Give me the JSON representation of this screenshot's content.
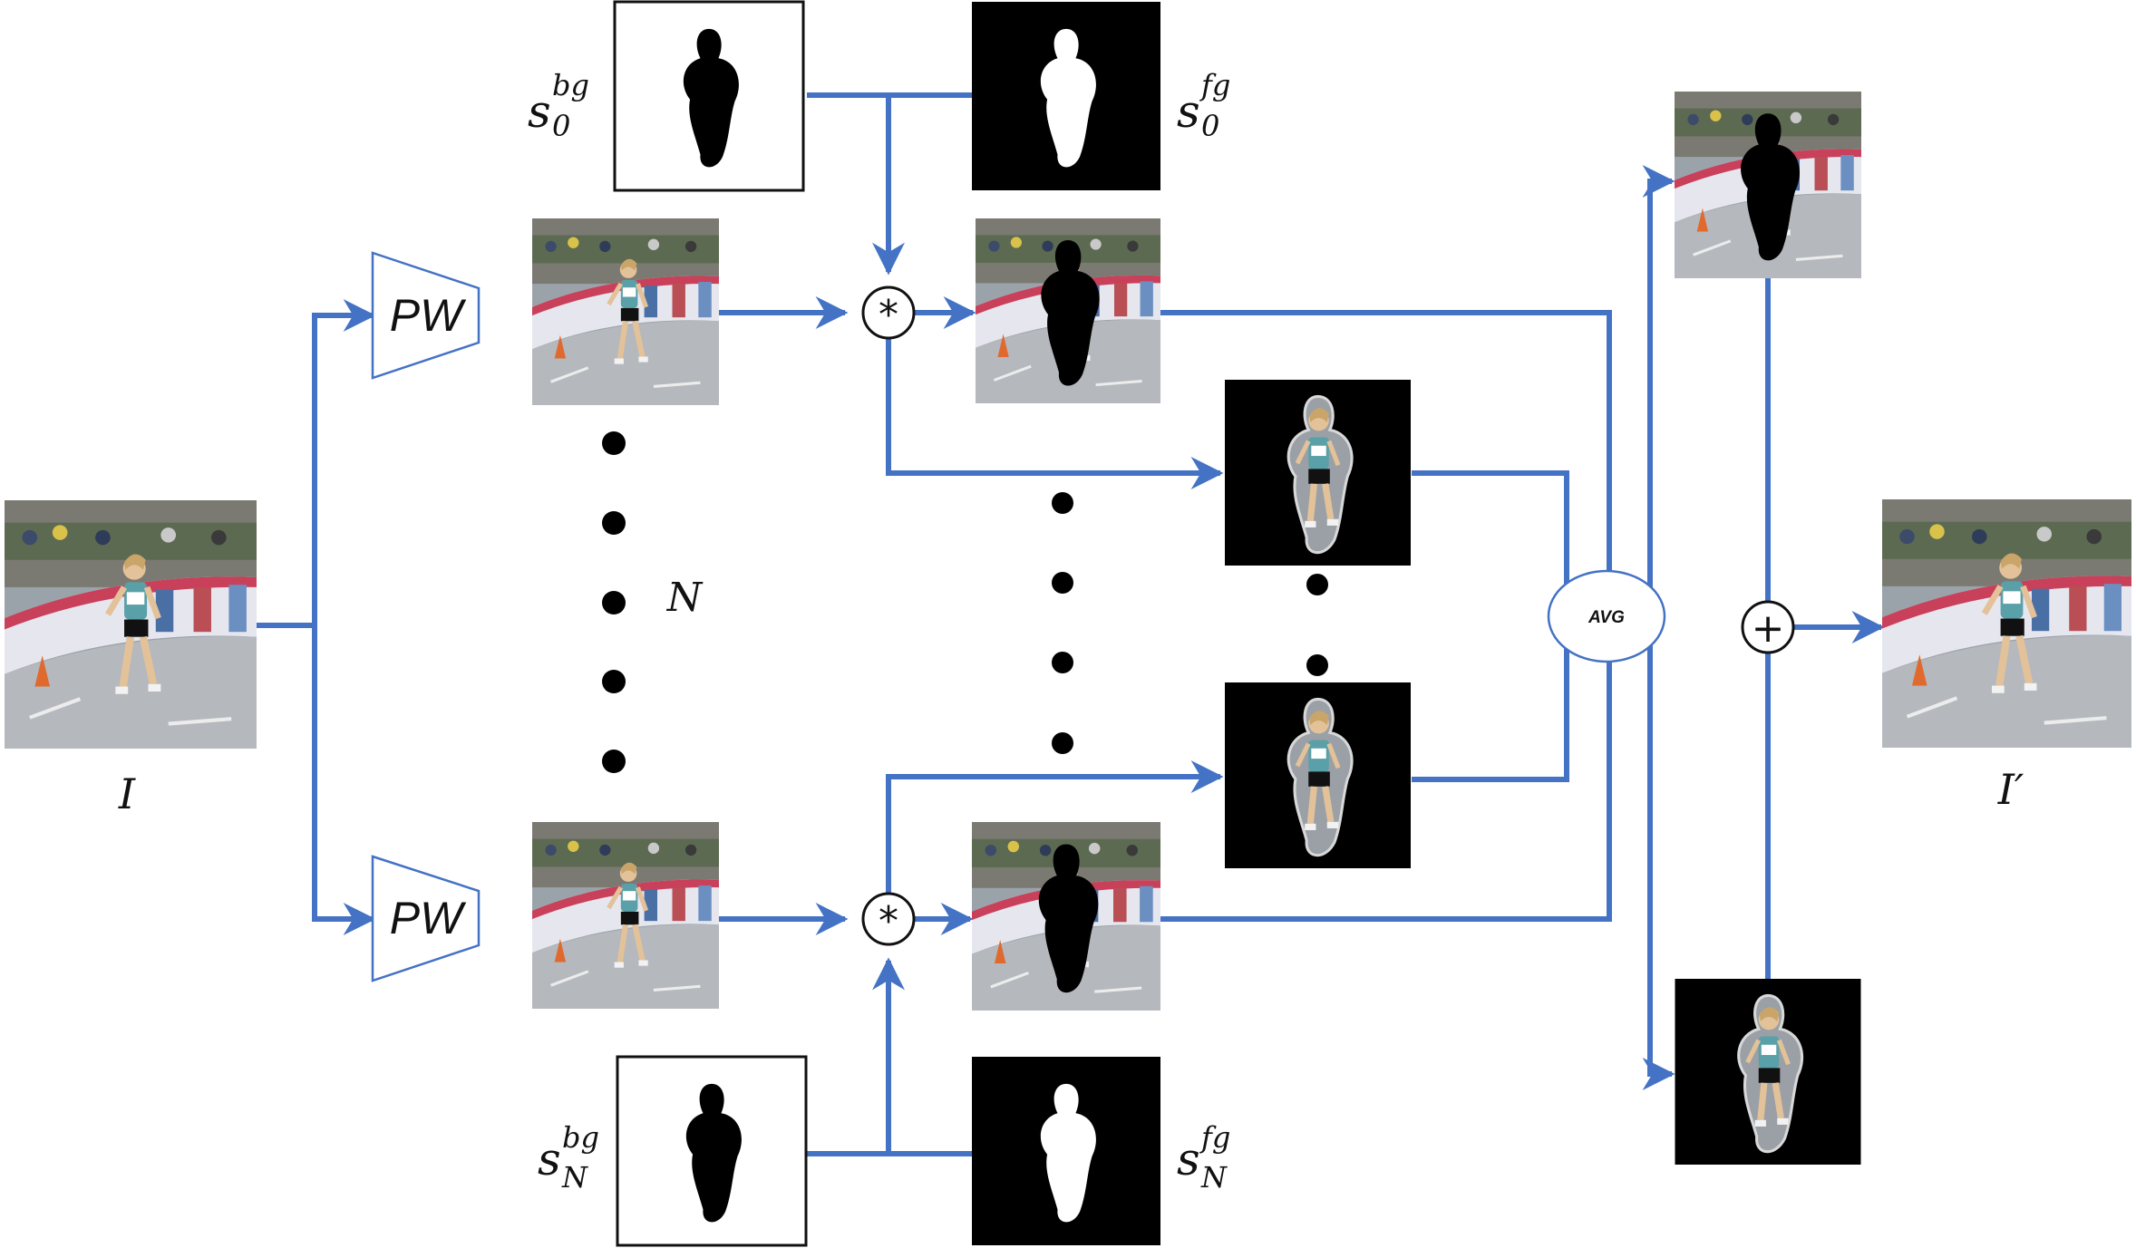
{
  "labels": {
    "input": "I",
    "output": "I′",
    "count": "N",
    "pw_top": "PW",
    "pw_bottom": "PW",
    "avg": "AVG",
    "multiply_top": "*",
    "multiply_bottom": "*",
    "add": "+",
    "s_bg_0": {
      "base": "s",
      "sub": "0",
      "sup": "bg"
    },
    "s_fg_0": {
      "base": "s",
      "sub": "0",
      "sup": "fg"
    },
    "s_bg_N": {
      "base": "s",
      "sub": "N",
      "sup": "bg"
    },
    "s_fg_N": {
      "base": "s",
      "sub": "N",
      "sup": "fg"
    }
  },
  "colors": {
    "arrow": "#4472C4",
    "node_stroke": "#111111",
    "mask_dark": "#000000",
    "mask_light": "#ffffff"
  }
}
